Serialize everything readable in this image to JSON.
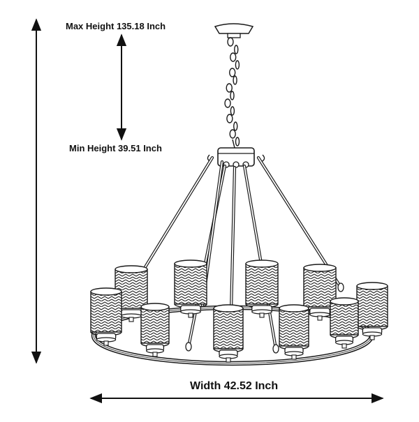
{
  "dimensions": {
    "max_height_label": "Max Height 135.18 Inch",
    "min_height_label": "Min Height 39.51 Inch",
    "width_label": "Width 42.52 Inch"
  },
  "colors": {
    "line": "#1a1a1a",
    "shade_fill": "#ffffff",
    "background": "#ffffff"
  },
  "icons": {
    "shade_pattern": "herringbone-woven-shade",
    "ceiling_mount": "ceiling-canopy"
  }
}
